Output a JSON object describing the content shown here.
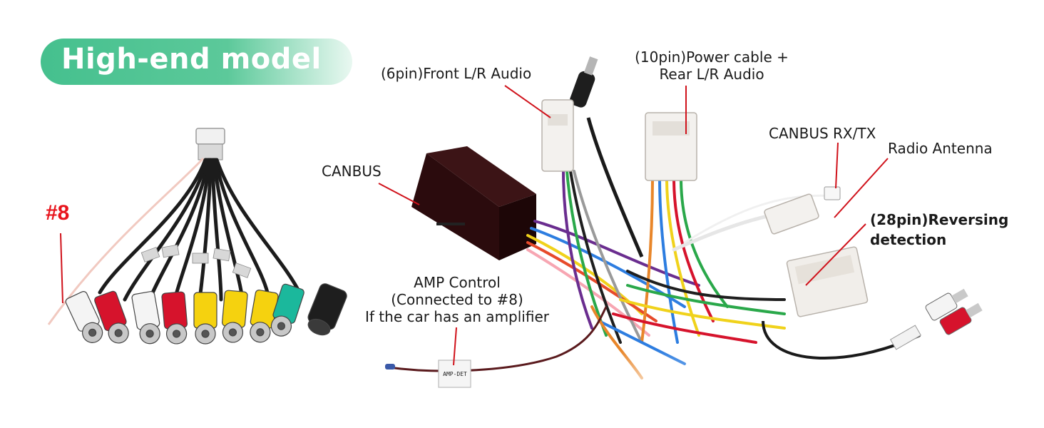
{
  "badge": {
    "text": "High-end model"
  },
  "colors": {
    "badge": "#45c08e",
    "callout_line": "#d0121b",
    "label_text": "#1a1a1a",
    "marker": "#e8141c"
  },
  "labels": {
    "marker_8": "#8",
    "front_audio": "(6pin)Front L/R Audio",
    "power_line1": "(10pin)Power cable +",
    "power_line2": "Rear L/R Audio",
    "canbus": "CANBUS",
    "canbus_rxtx": "CANBUS RX/TX",
    "radio_antenna": "Radio Antenna",
    "reversing_line1": "(28pin)Reversing",
    "reversing_line2": "detection",
    "amp_line1": "AMP Control",
    "amp_line2": "(Connected to #8)",
    "amp_line3": "If the car has an amplifier",
    "amp_tag": "AMP-DET"
  }
}
